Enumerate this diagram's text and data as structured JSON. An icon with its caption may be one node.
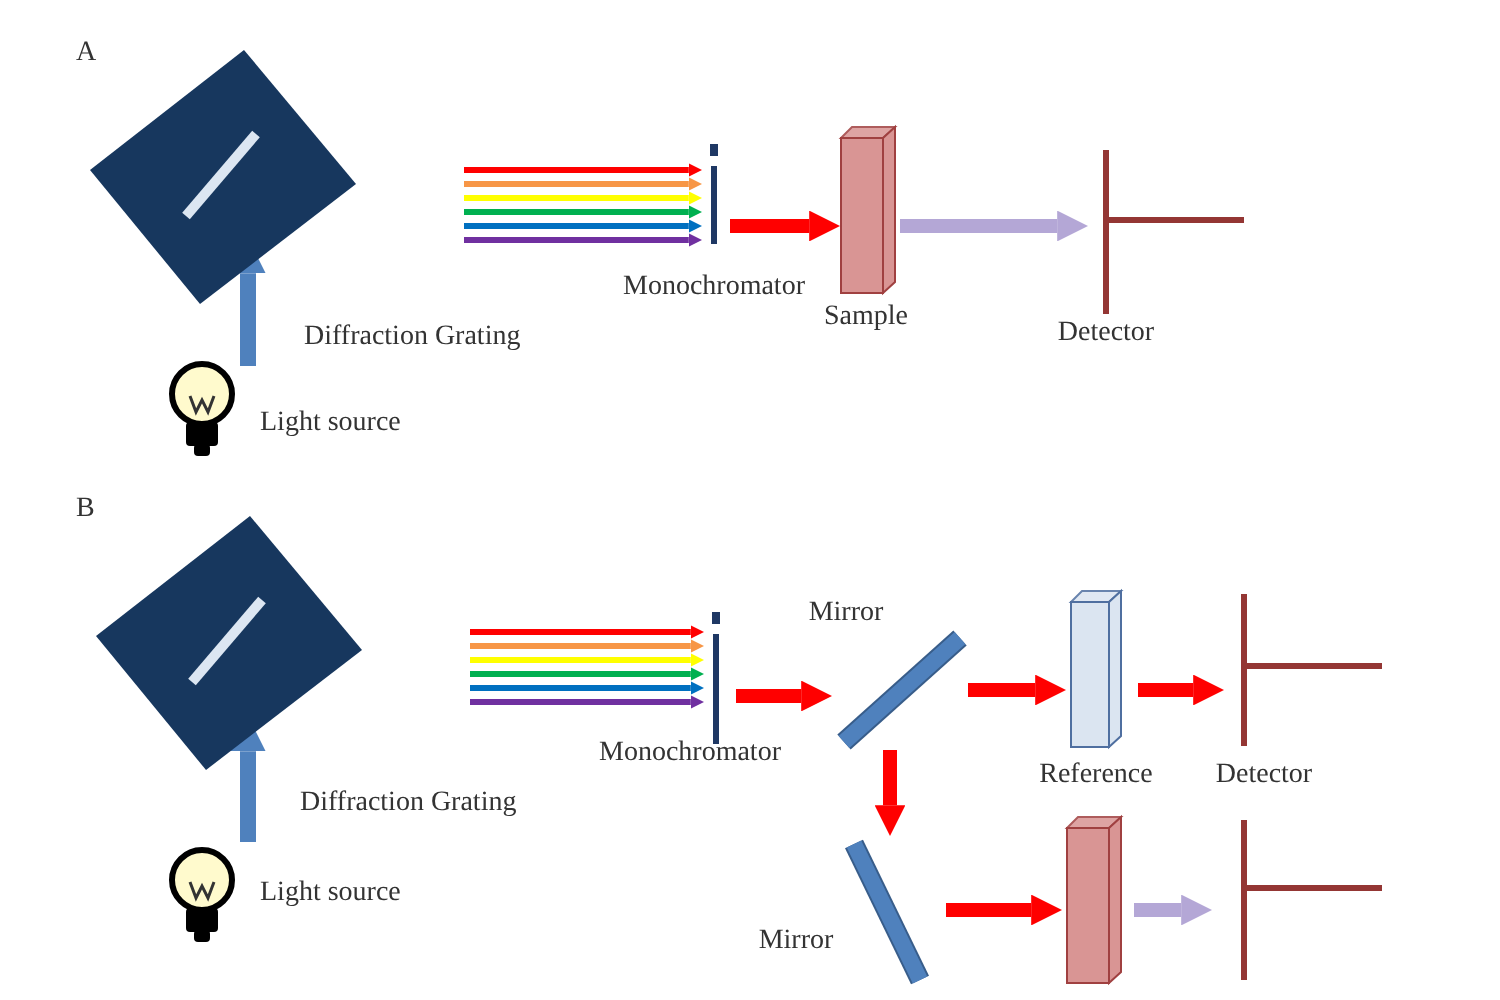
{
  "diagram": {
    "nodes": [
      {
        "text": [],
        "shape": "picture",
        "beside": [
          "Light source"
        ]
      },
      {
        "text": [],
        "shape": "box",
        "beside": [
          "Diffraction Grating"
        ]
      },
      {
        "text": [],
        "shape": "bar",
        "beside": [
          "Monochromator"
        ]
      },
      {
        "text": [],
        "shape": "box",
        "beside": [
          "Sample"
        ]
      },
      {
        "text": [],
        "shape": "bar",
        "beside": [
          "Detector"
        ]
      },
      {
        "text": [],
        "shape": "picture",
        "beside": [
          "Light source"
        ]
      },
      {
        "text": [],
        "shape": "box",
        "beside": [
          "Diffraction Grating"
        ]
      },
      {
        "text": [],
        "shape": "bar",
        "beside": [
          "Monochromator"
        ]
      },
      {
        "text": [],
        "shape": "bar",
        "beside": [
          "Mirror"
        ]
      },
      {
        "text": [],
        "shape": "box",
        "beside": [
          "Reference"
        ]
      },
      {
        "text": [],
        "shape": "bar",
        "beside": [
          "Detector"
        ]
      },
      {
        "text": [],
        "shape": "bar",
        "beside": [
          "Mirror"
        ]
      },
      {
        "text": [],
        "shape": "box"
      },
      {
        "text": [],
        "shape": "bar"
      }
    ],
    "edges": [
      {
        "from": 0,
        "to": 1,
        "arrow": "to",
        "style": "thick",
        "color": "#4f81bd"
      },
      {
        "from": null,
        "to": 2,
        "arrow": "to",
        "color": "#ff0000"
      },
      {
        "from": null,
        "to": 2,
        "arrow": "to",
        "color": "#f79646"
      },
      {
        "from": null,
        "to": 2,
        "arrow": "to",
        "color": "#ffff00"
      },
      {
        "from": null,
        "to": 2,
        "arrow": "to",
        "color": "#00b050"
      },
      {
        "from": null,
        "to": 2,
        "arrow": "to",
        "color": "#0070c0"
      },
      {
        "from": null,
        "to": 2,
        "arrow": "to",
        "color": "#7030a0"
      },
      {
        "from": 2,
        "to": 3,
        "arrow": "to",
        "style": "thick",
        "color": "#ff0000"
      },
      {
        "from": 3,
        "to": 4,
        "arrow": "to",
        "style": "thick",
        "color": "#b4a7d6"
      },
      {
        "from": 5,
        "to": 6,
        "arrow": "to",
        "style": "thick",
        "color": "#4f81bd"
      },
      {
        "from": null,
        "to": 7,
        "arrow": "to",
        "color": "#ff0000"
      },
      {
        "from": null,
        "to": 7,
        "arrow": "to",
        "color": "#f79646"
      },
      {
        "from": null,
        "to": 7,
        "arrow": "to",
        "color": "#ffff00"
      },
      {
        "from": null,
        "to": 7,
        "arrow": "to",
        "color": "#00b050"
      },
      {
        "from": null,
        "to": 7,
        "arrow": "to",
        "color": "#0070c0"
      },
      {
        "from": null,
        "to": 7,
        "arrow": "to",
        "color": "#7030a0"
      },
      {
        "from": 7,
        "to": 8,
        "arrow": "to",
        "style": "thick",
        "color": "#ff0000"
      },
      {
        "from": 8,
        "to": 9,
        "arrow": "to",
        "style": "thick",
        "color": "#ff0000"
      },
      {
        "from": 9,
        "to": 10,
        "arrow": "to",
        "style": "thick",
        "color": "#ff0000"
      },
      {
        "from": 8,
        "to": 11,
        "arrow": "to",
        "style": "thick",
        "color": "#ff0000"
      },
      {
        "from": 11,
        "to": 12,
        "arrow": "to",
        "style": "thick",
        "color": "#ff0000"
      },
      {
        "from": 12,
        "to": 13,
        "arrow": "to",
        "style": "thick",
        "color": "#b4a7d6"
      }
    ],
    "labels": [
      "A",
      "B"
    ]
  }
}
